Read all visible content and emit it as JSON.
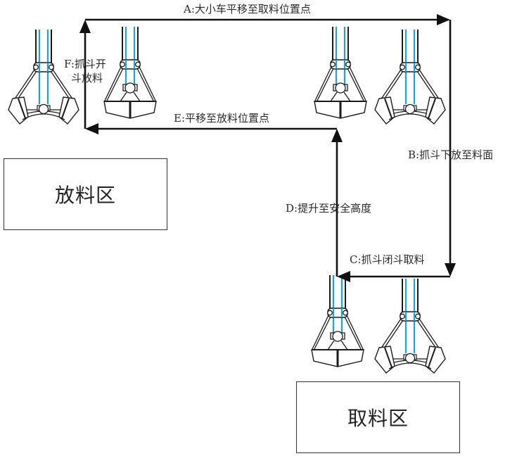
{
  "diagram": {
    "title": "Grab bucket crane operation cycle",
    "steps": [
      {
        "id": "A",
        "label": "A:大小车平移至取料位置点"
      },
      {
        "id": "B",
        "label": "B:抓斗下放至料面"
      },
      {
        "id": "C",
        "label": "C:抓斗闭斗取料"
      },
      {
        "id": "D",
        "label": "D:提升至安全高度"
      },
      {
        "id": "E",
        "label": "E:平移至放料位置点"
      },
      {
        "id": "F",
        "label_line1": "F:抓斗开",
        "label_line2": "斗放料"
      }
    ],
    "zones": {
      "discharge": "放料区",
      "pickup": "取料区"
    },
    "grabs": [
      {
        "name": "grab-open-discharge",
        "state": "open"
      },
      {
        "name": "grab-closed-discharge",
        "state": "closed"
      },
      {
        "name": "grab-closed-pickup-top",
        "state": "closed"
      },
      {
        "name": "grab-open-pickup-top",
        "state": "open"
      },
      {
        "name": "grab-closed-pickup-bottom",
        "state": "closed"
      },
      {
        "name": "grab-open-pickup-bottom",
        "state": "open"
      }
    ],
    "colors": {
      "line": "#111111",
      "rope": "#1aa3dd",
      "outline": "#1a1a1a"
    }
  }
}
